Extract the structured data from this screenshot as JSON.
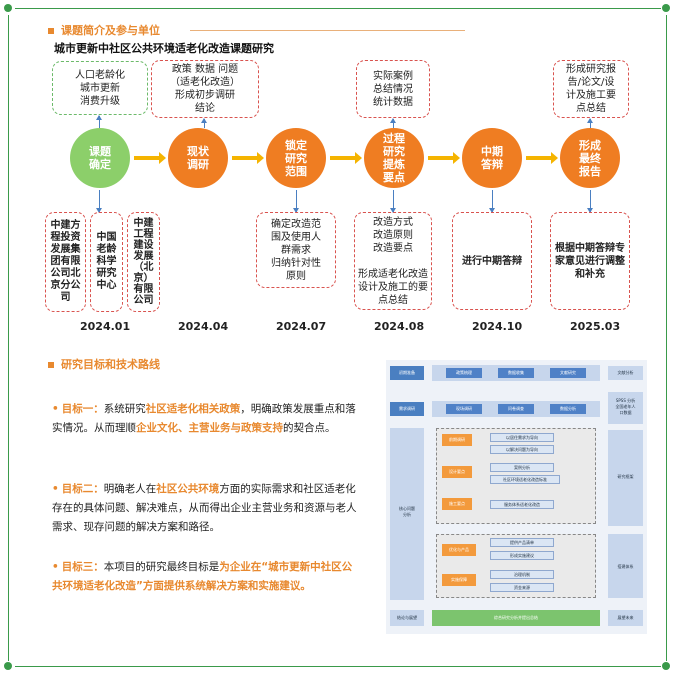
{
  "section1": {
    "heading": "课题简介及参与单位",
    "title": "城市更新中社区公共环境适老化改造课题研究"
  },
  "timeline": {
    "top_notes": [
      "人口老龄化\n城市更新\n消费升级",
      "政策  数据  问题\n（适老化改造）\n形成初步调研\n结论",
      "实际案例\n总结情况\n统计数据",
      "形成研究报\n告/论文/设\n计及施工要\n点总结"
    ],
    "stages": [
      {
        "label": "课题\n确定",
        "date": "2024.01",
        "color": "#8ccf6a"
      },
      {
        "label": "现状\n调研",
        "date": "2024.04",
        "color": "#ef7d22"
      },
      {
        "label": "锁定\n研究\n范围",
        "date": "2024.07",
        "color": "#ef7d22"
      },
      {
        "label": "过程\n研究\n提炼\n要点",
        "date": "2024.08",
        "color": "#ef7d22"
      },
      {
        "label": "中期\n答辩",
        "date": "2024.10",
        "color": "#ef7d22"
      },
      {
        "label": "形成\n最终\n报告",
        "date": "2025.03",
        "color": "#ef7d22"
      }
    ],
    "units": [
      "中建方\n程投资\n发展集\n团有限\n公司北\n京分公\n司",
      "中国\n老龄\n科学\n研究\n中心",
      "中建\n工程\n建设\n发展\n（北\n京）\n有限\n公司"
    ],
    "bottom_notes": [
      "确定改造范\n围及使用人\n群需求\n归纳针对性\n原则",
      "改造方式\n改造原则\n改造要点\n\n形成适老化改造\n设计及施工的要\n点总结",
      "进行中期答辩",
      "根据中期答辩专\n家意见进行调整\n和补充"
    ]
  },
  "section2": {
    "heading": "研究目标和技术路线",
    "goals": [
      {
        "label": "目标一：",
        "parts": [
          {
            "t": "系统研究",
            "hl": false
          },
          {
            "t": "社区适老化相关政策",
            "hl": true
          },
          {
            "t": "，明确政策发展重点和落实情况。从而理顺",
            "hl": false
          },
          {
            "t": "企业文化、主营业务与政策支持",
            "hl": true
          },
          {
            "t": "的契合点。",
            "hl": false
          }
        ]
      },
      {
        "label": "目标二：",
        "parts": [
          {
            "t": "明确老人在",
            "hl": false
          },
          {
            "t": "社区公共环境",
            "hl": true
          },
          {
            "t": "方面的实际需求和社区适老化存在的具体问题、解决难点",
            "hl": false
          },
          {
            "t": "，从而得出企业主营业务和资源与老人需求、现存问题的解决方案和路径。",
            "hl": false
          }
        ]
      },
      {
        "label": "目标三：",
        "parts": [
          {
            "t": "本项目的研究最终目标是",
            "hl": false
          },
          {
            "t": "为企业在“城市更新中社区公共环境适老化改造”方面提供系统解决方案和实施建议。",
            "hl": true
          }
        ]
      }
    ]
  },
  "roadmap": {
    "left_steps": [
      "初期准备",
      "需求调研",
      "核心问题\n分析",
      "结论与展望"
    ],
    "right_steps": [
      "文献分析",
      "SPSS 分析\n全国老年人\n口数据",
      "研究框架",
      "搭建体系",
      "展望未来"
    ],
    "row1_boxes": [
      "政策梳理",
      "数据收集",
      "文献研究"
    ],
    "row2_boxes": [
      "现场调研",
      "问卷调查",
      "数据分析"
    ],
    "mid_orange": [
      "前期调研",
      "设计要点",
      "施工要点"
    ],
    "mid_pale": [
      "以居住需求为导向",
      "以解决问题为导向",
      "案例分析",
      "社区环境适老化改造标准",
      "服务体系适老化改造"
    ],
    "low_orange": [
      "优化与产品",
      "实施保障"
    ],
    "low_pale": [
      "提供产品清单",
      "形成实施建议",
      "治理机制",
      "资金来源"
    ],
    "bottom_bar": "综合研究分析并提出总结"
  },
  "colors": {
    "accent": "#e8892f",
    "orange": "#ef7d22",
    "green": "#8ccf6a",
    "arrow": "#f5b400",
    "dash": "#d9534f"
  }
}
